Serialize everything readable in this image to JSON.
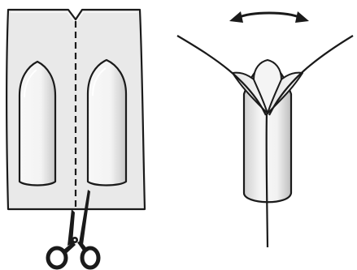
{
  "figure": {
    "panels": [
      {
        "role": "cutting-blister-strip",
        "icons": [
          "suppository-blister-strip",
          "dashed-cut-line",
          "scissors-icon"
        ]
      },
      {
        "role": "peeling-open-wrapper",
        "icons": [
          "suppository",
          "peeled-foil-wrapper",
          "double-arrow-icon"
        ]
      }
    ],
    "colors": {
      "outline": "#1a1a1a",
      "foil": "#e9e9e9",
      "suppository_light": "#f6f6f6",
      "suppository_shade": "#bdbdbd",
      "background": "#ffffff"
    }
  }
}
